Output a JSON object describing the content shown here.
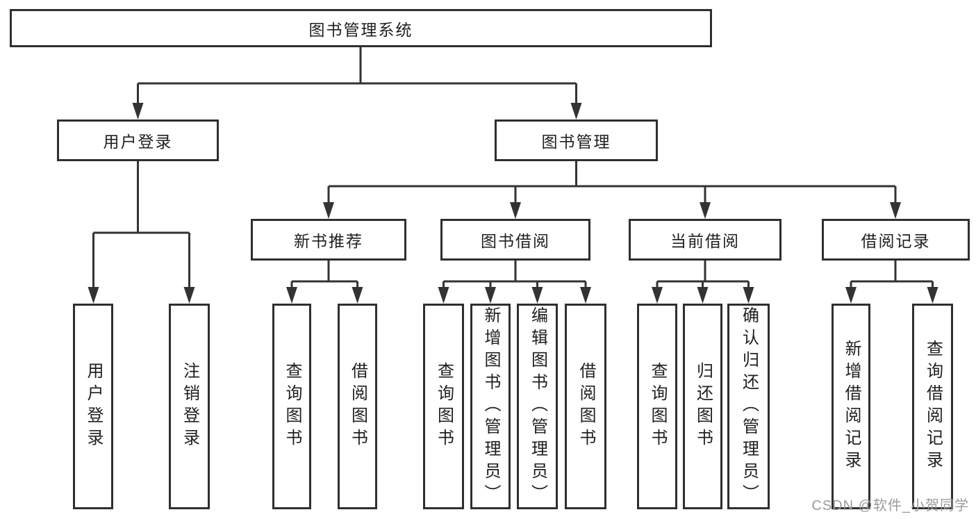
{
  "diagram": {
    "root": {
      "label": "图书管理系统"
    },
    "level2": [
      {
        "label": "用户登录"
      },
      {
        "label": "图书管理"
      }
    ],
    "level3": [
      {
        "label": "新书推荐",
        "parent": "图书管理"
      },
      {
        "label": "图书借阅",
        "parent": "图书管理"
      },
      {
        "label": "当前借阅",
        "parent": "图书管理"
      },
      {
        "label": "借阅记录",
        "parent": "图书管理"
      }
    ],
    "leaves": [
      {
        "label": "用户登录",
        "parent": "用户登录"
      },
      {
        "label": "注销登录",
        "parent": "用户登录"
      },
      {
        "label": "查询图书",
        "parent": "新书推荐"
      },
      {
        "label": "借阅图书",
        "parent": "新书推荐"
      },
      {
        "label": "查询图书",
        "parent": "图书借阅"
      },
      {
        "label": "新增图书（管理员）",
        "parent": "图书借阅"
      },
      {
        "label": "编辑图书（管理员）",
        "parent": "图书借阅"
      },
      {
        "label": "借阅图书",
        "parent": "图书借阅"
      },
      {
        "label": "查询图书",
        "parent": "当前借阅"
      },
      {
        "label": "归还图书",
        "parent": "当前借阅"
      },
      {
        "label": "确认归还（管理员）",
        "parent": "当前借阅"
      },
      {
        "label": "新增借阅记录",
        "parent": "借阅记录"
      },
      {
        "label": "查询借阅记录",
        "parent": "借阅记录"
      }
    ],
    "watermark": "CSDN @软件_小贺同学",
    "colors": {
      "line": "#333333",
      "box_border": "#2f2f2f",
      "text": "#1f1f1f",
      "watermark": "#9b9b9b",
      "background": "#ffffff"
    }
  }
}
